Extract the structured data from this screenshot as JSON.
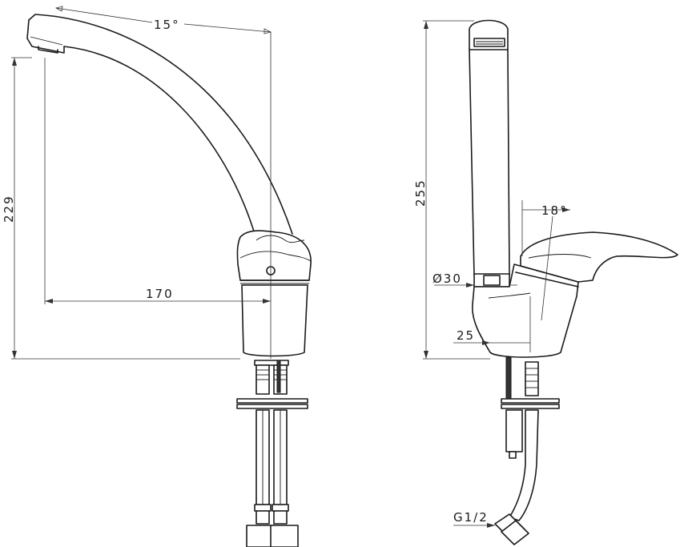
{
  "labels": {
    "angle_spout": "15°",
    "height_left": "229",
    "reach": "170",
    "height_right": "255",
    "angle_lever": "18°",
    "diameter": "Ø30",
    "offset": "25",
    "thread": "G1/2"
  }
}
